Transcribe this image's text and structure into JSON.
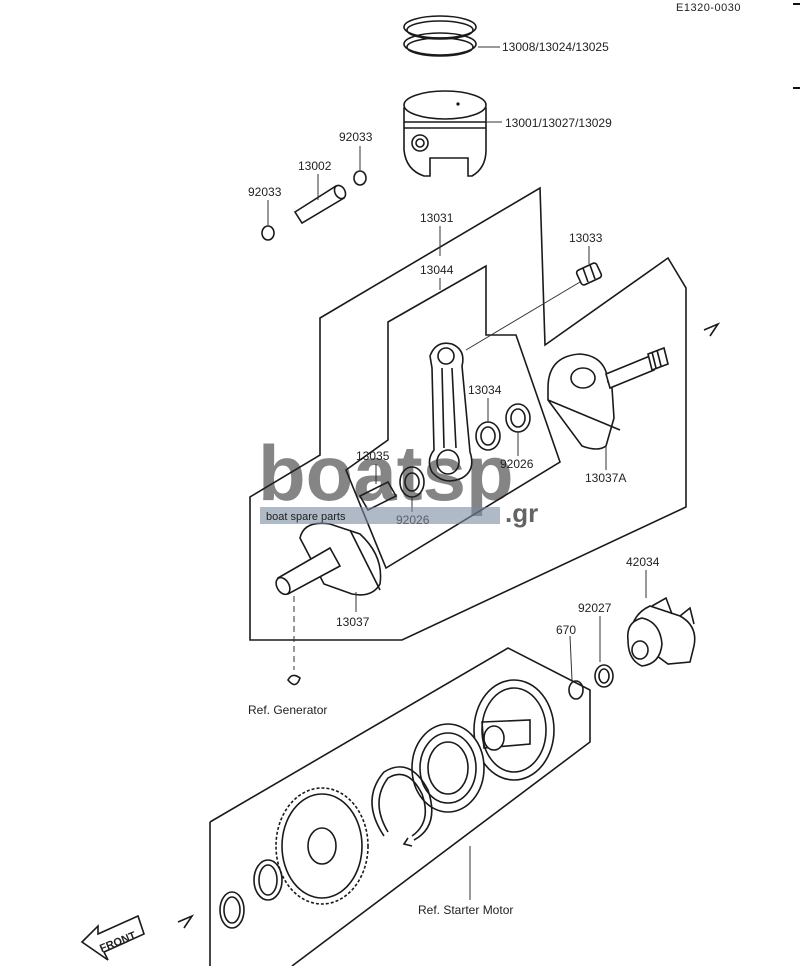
{
  "diagram_code": "E1320-0030",
  "labels": {
    "rings": "13008/13024/13025",
    "piston": "13001/13027/13029",
    "clip_upper": "92033",
    "pin": "13002",
    "clip_lower": "92033",
    "crankshaft_assy": "13031",
    "bearing_big_end": "13033",
    "conrod": "13044",
    "needle_bearing": "13034",
    "washer_right": "92026",
    "crank_right": "13037A",
    "pin_crank": "13035",
    "washer_left": "92026",
    "crank_left": "13037",
    "coupling": "42034",
    "spacer": "92027",
    "oring": "670",
    "ref_generator": "Ref. Generator",
    "ref_starter": "Ref. Starter Motor",
    "front": "FRONT"
  },
  "watermark": {
    "brand": "boatsp",
    "tagline": "boat spare parts",
    "tld": ".gr"
  }
}
